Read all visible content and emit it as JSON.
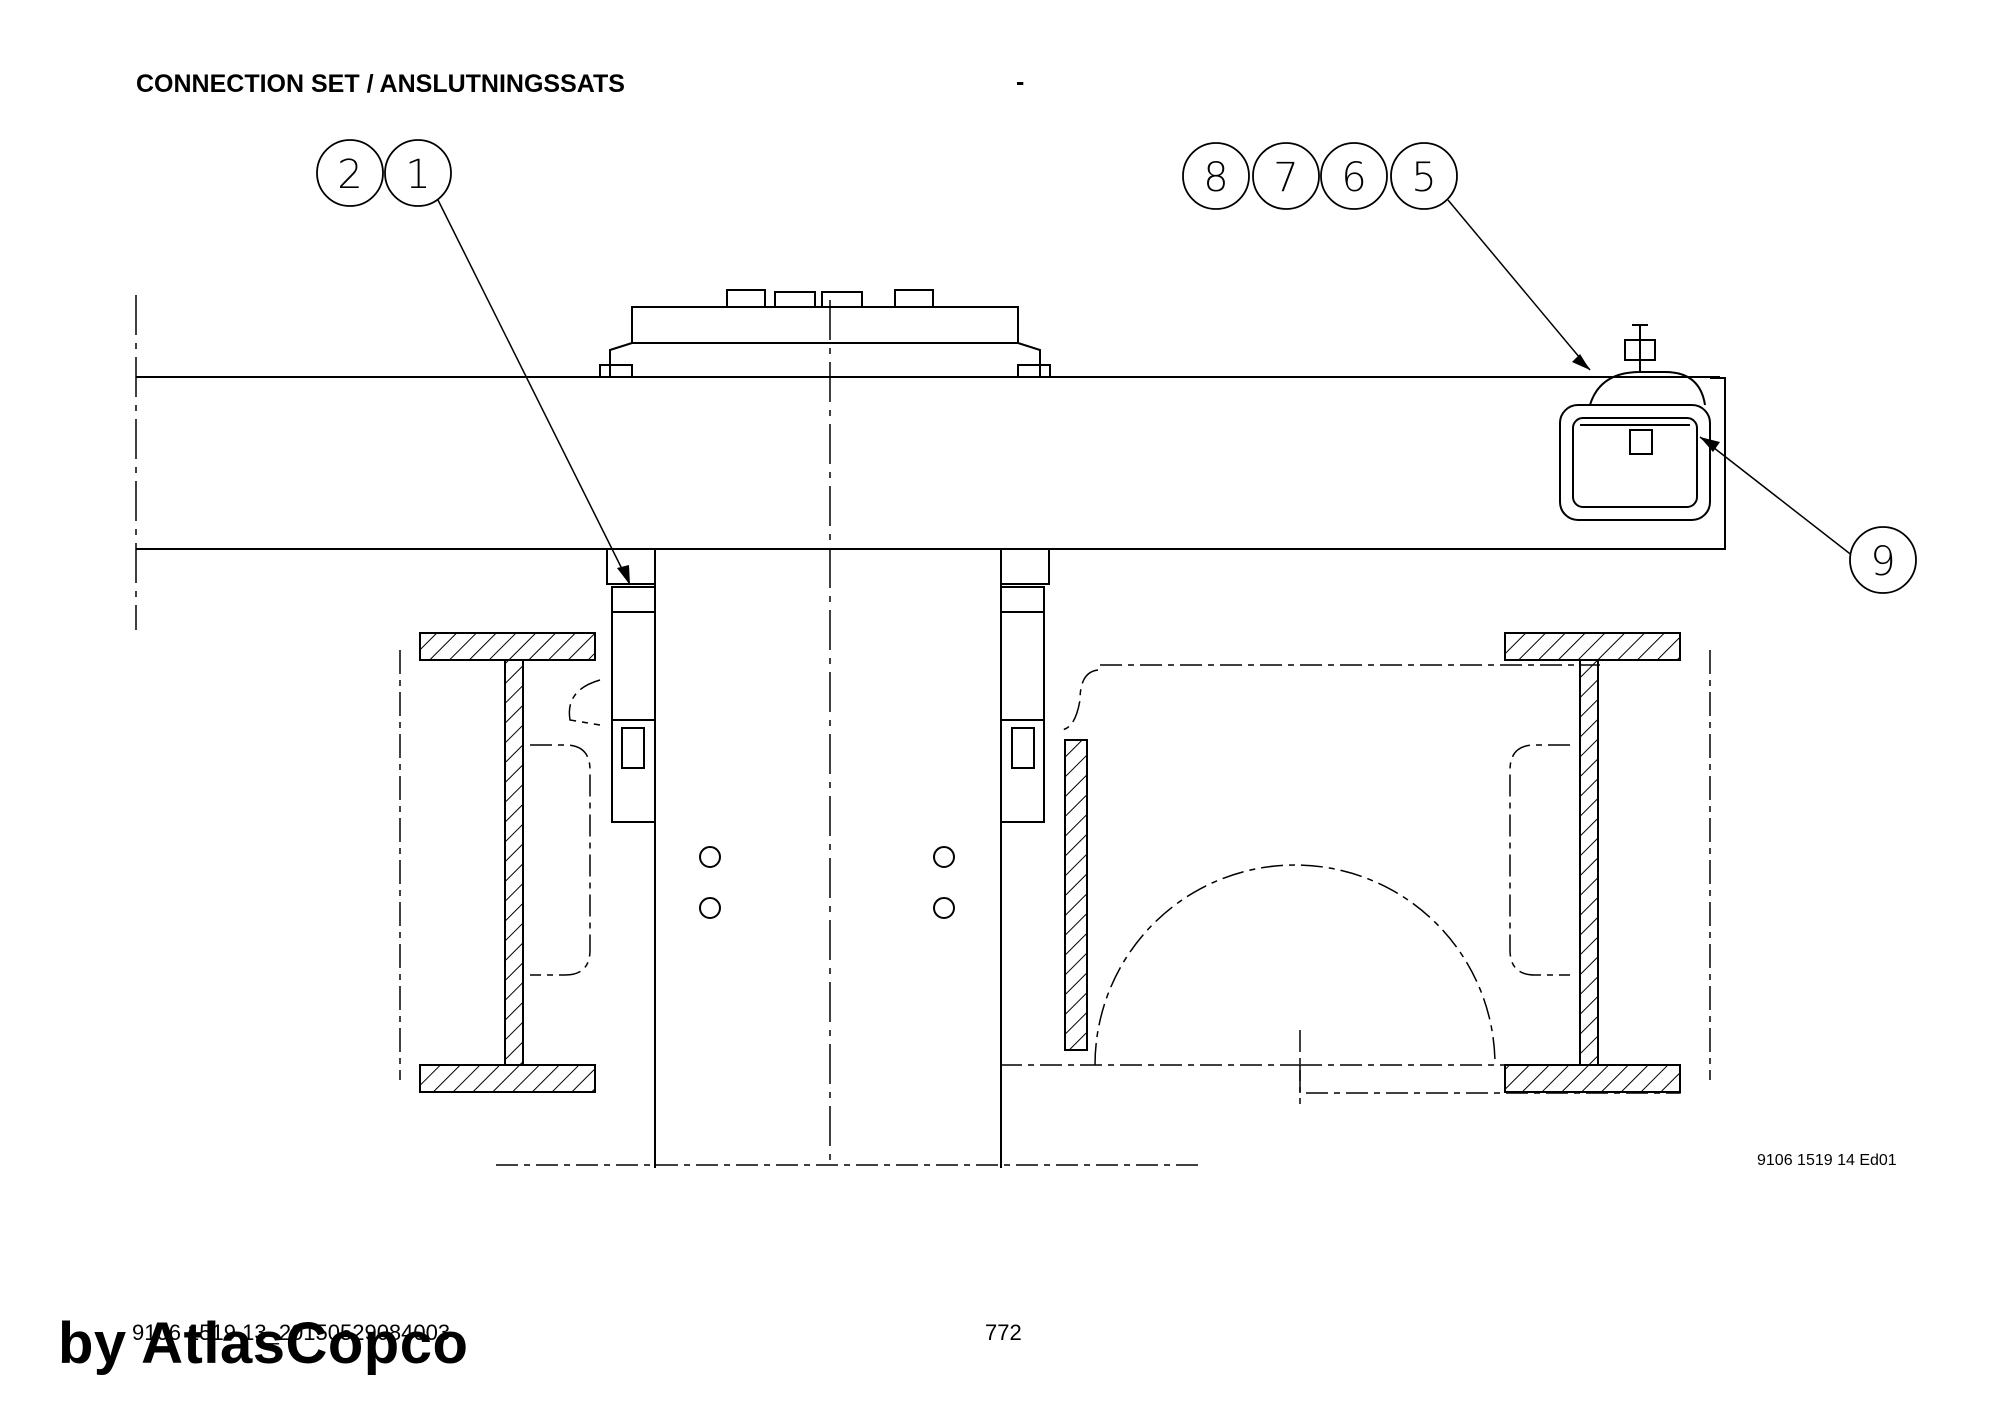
{
  "header": {
    "title": "CONNECTION SET / ANSLUTNINGSSATS",
    "dash": "-"
  },
  "drawing": {
    "balloons_left": [
      "2",
      "1"
    ],
    "balloons_right": [
      "8",
      "7",
      "6",
      "5"
    ],
    "balloon_single": "9",
    "doc_reference": "9106 1519 14 Ed01"
  },
  "footer": {
    "code": "9106 1519 13_20150529084003",
    "page_number": "772",
    "brand": "by AtlasCopco"
  }
}
